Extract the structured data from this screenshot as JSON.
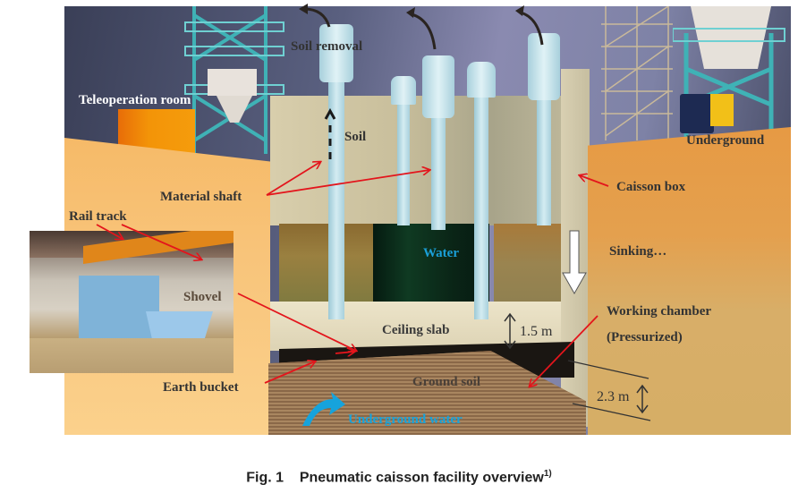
{
  "figure": {
    "caption_prefix": "Fig. 1",
    "caption_title": "Pneumatic caisson facility overview",
    "caption_ref": "1)"
  },
  "labels": {
    "soil_removal": "Soil removal",
    "teleoperation_room": "Teleoperation room",
    "soil": "Soil",
    "underground": "Underground",
    "material_shaft": "Material shaft",
    "caisson_box": "Caisson box",
    "rail_track": "Rail track",
    "water": "Water",
    "sinking": "Sinking…",
    "shovel": "Shovel",
    "working_chamber": "Working chamber",
    "pressurized": "(Pressurized)",
    "ceiling_slab": "Ceiling slab",
    "ceiling_height": "1.5 m",
    "ground_soil": "Ground soil",
    "earth_bucket": "Earth bucket",
    "chamber_height": "2.3 m",
    "underground_water": "Underground water"
  },
  "colors": {
    "callout_arrow": "#e3151c",
    "water_label": "#1a9fd8",
    "underground_water_arrow": "#16a3dc",
    "label_text": "#333333",
    "underground_layer": "#f5b565",
    "caisson": "#d9cfae",
    "ground_soil": "#9a7450",
    "tower": "#3fb2b6",
    "teleoperation_room": "#f08a10",
    "shaft": "#b7dbe6"
  }
}
